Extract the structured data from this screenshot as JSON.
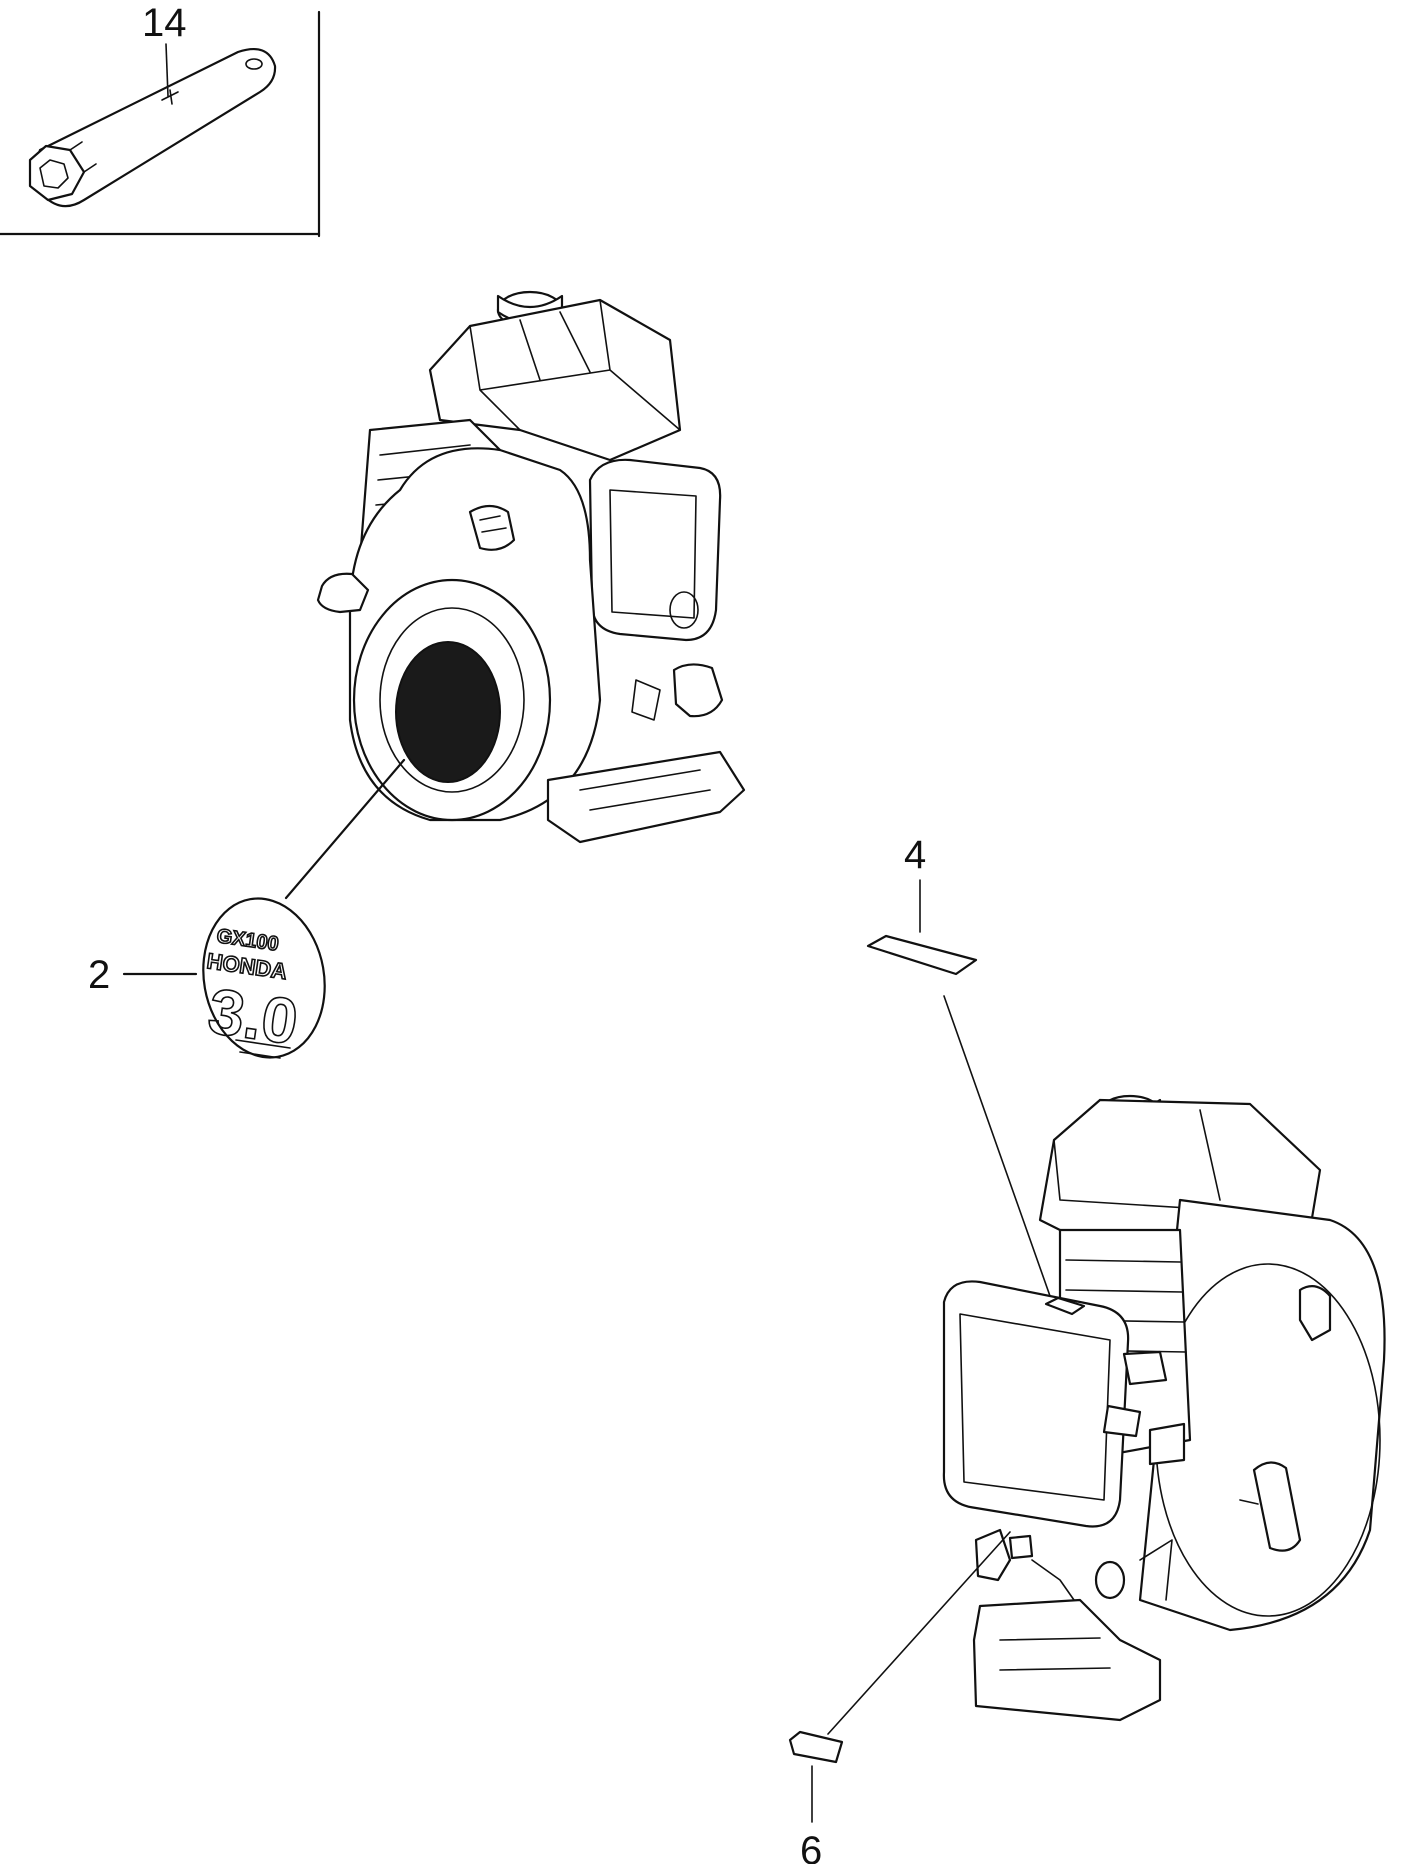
{
  "callouts": [
    {
      "id": "14",
      "label": "14",
      "part": "plug wrench"
    },
    {
      "id": "2",
      "label": "2",
      "part": "emblem"
    },
    {
      "id": "4",
      "label": "4",
      "part": "label"
    },
    {
      "id": "6",
      "label": "6",
      "part": "label"
    }
  ],
  "emblem": {
    "model": "GX100",
    "brand": "HONDA",
    "rating": "3.0"
  }
}
